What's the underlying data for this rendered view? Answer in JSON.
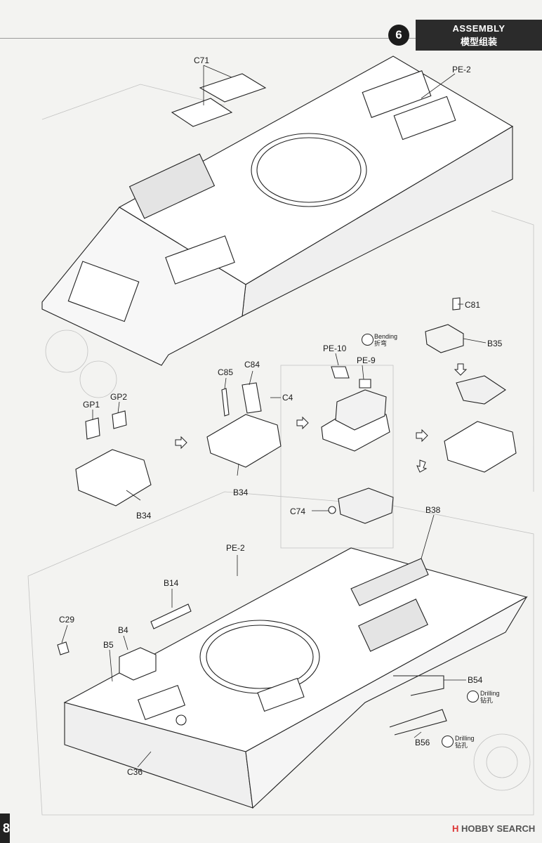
{
  "header": {
    "step_number": "6",
    "title_en": "ASSEMBLY",
    "title_cn": "模型组装"
  },
  "labels": {
    "c71": "C71",
    "pe2_top": "PE-2",
    "c81": "C81",
    "b35": "B35",
    "pe10": "PE-10",
    "pe9": "PE-9",
    "c85": "C85",
    "c84": "C84",
    "c4": "C4",
    "gp1": "GP1",
    "gp2": "GP2",
    "b34_a": "B34",
    "b34_b": "B34",
    "c74": "C74",
    "b38": "B38",
    "pe2_bottom": "PE-2",
    "b14": "B14",
    "c29": "C29",
    "b4": "B4",
    "b5": "B5",
    "b54": "B54",
    "b56": "B56",
    "c36": "C36"
  },
  "notes": {
    "bending_en": "Bending",
    "bending_cn": "折弯",
    "drilling1_en": "Drilling",
    "drilling1_cn": "钻孔",
    "drilling2_en": "Drilling",
    "drilling2_cn": "钻孔"
  },
  "icons": {
    "bending": "bending-icon",
    "drilling": "drill-icon",
    "arrow": "arrow-right-icon"
  },
  "page_number": "8",
  "watermark": {
    "logo": "H",
    "text": "HOBBY SEARCH"
  }
}
